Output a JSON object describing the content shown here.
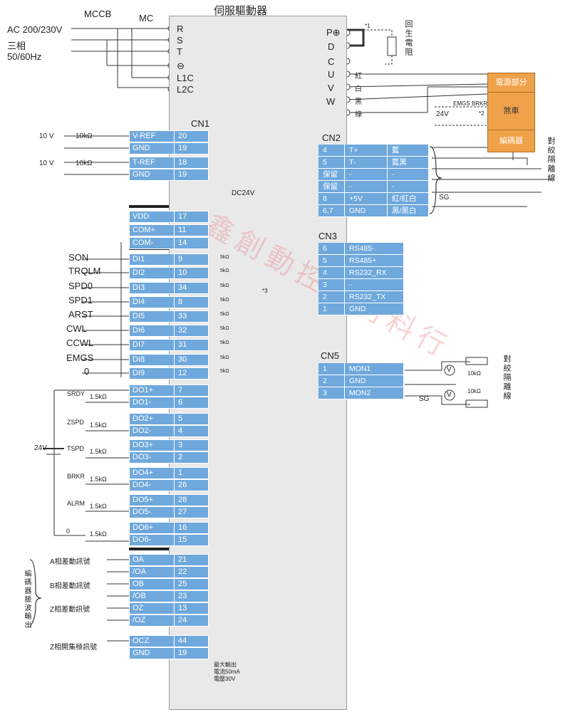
{
  "title": "伺服驅動器",
  "power": {
    "breaker": "MCCB",
    "contactor": "MC",
    "supply": "AC 200/230V",
    "phase": "三相",
    "freq": "50/60Hz",
    "terms": [
      "R",
      "S",
      "T",
      "⊖",
      "L1C",
      "L2C"
    ],
    "right_terms": [
      "P⊕",
      "D",
      "C",
      "U",
      "V",
      "W"
    ],
    "regen": "回生電阻",
    "note1": "*1",
    "cable_labels": [
      "紅",
      "白",
      "黑",
      "綠"
    ],
    "brake_v": "24V",
    "brake_labels": [
      "EMGS",
      "BRKR"
    ],
    "note2": "*2"
  },
  "motor": {
    "power": "電源部分",
    "brake": "煞車",
    "encoder": "編碼器",
    "shield": "對絞隔離線"
  },
  "cn1": {
    "label": "CN1",
    "v10": "10 V",
    "pot": "10kΩ",
    "dc24": "DC24V",
    "note3": "*3",
    "analog": [
      {
        "name": "V-REF",
        "pin": "20"
      },
      {
        "name": "GND",
        "pin": "19"
      },
      {
        "name": "T-REF",
        "pin": "18"
      },
      {
        "name": "GND",
        "pin": "19"
      }
    ],
    "power_pins": [
      {
        "name": "VDD",
        "pin": "17"
      },
      {
        "name": "COM+",
        "pin": "11"
      },
      {
        "name": "COM-",
        "pin": "14"
      }
    ],
    "di": [
      {
        "sig": "SON",
        "name": "DI1",
        "pin": "9"
      },
      {
        "sig": "TRQLM",
        "name": "DI2",
        "pin": "10"
      },
      {
        "sig": "SPD0",
        "name": "DI3",
        "pin": "34"
      },
      {
        "sig": "SPD1",
        "name": "DI4",
        "pin": "8"
      },
      {
        "sig": "ARST",
        "name": "DI5",
        "pin": "33"
      },
      {
        "sig": "CWL",
        "name": "DI6",
        "pin": "32"
      },
      {
        "sig": "CCWL",
        "name": "DI7",
        "pin": "31"
      },
      {
        "sig": "EMGS",
        "name": "DI8",
        "pin": "30"
      },
      {
        "sig": "0",
        "name": "DI9",
        "pin": "12"
      }
    ],
    "res5k": "5kΩ",
    "do": [
      {
        "sig": "SRDY",
        "p": "DO1+",
        "pp": "7",
        "m": "DO1-",
        "mp": "6"
      },
      {
        "sig": "ZSPD",
        "p": "DO2+",
        "pp": "5",
        "m": "DO2-",
        "mp": "4"
      },
      {
        "sig": "TSPD",
        "p": "DO3+",
        "pp": "3",
        "m": "DO3-",
        "mp": "2"
      },
      {
        "sig": "BRKR",
        "p": "DO4+",
        "pp": "1",
        "m": "DO4-",
        "mp": "26"
      },
      {
        "sig": "ALRM",
        "p": "DO5+",
        "pp": "28",
        "m": "DO5-",
        "mp": "27"
      },
      {
        "sig": "0",
        "p": "DO6+",
        "pp": "16",
        "m": "DO6-",
        "mp": "15"
      }
    ],
    "res15k": "1.5kΩ",
    "v24": "24V",
    "enc": [
      {
        "name": "OA",
        "pin": "21"
      },
      {
        "name": "/OA",
        "pin": "22"
      },
      {
        "name": "OB",
        "pin": "25"
      },
      {
        "name": "/OB",
        "pin": "23"
      },
      {
        "name": "OZ",
        "pin": "13"
      },
      {
        "name": "/OZ",
        "pin": "24"
      }
    ],
    "enc_labels": [
      "A相差動訊號",
      "B相差動訊號",
      "Z相差動訊號"
    ],
    "enc_group": "編碼器脈波輸出",
    "ocz": [
      {
        "name": "OCZ",
        "pin": "44"
      },
      {
        "name": "GND",
        "pin": "19"
      }
    ],
    "ocz_label": "Z相開集極訊號",
    "ocz_note": [
      "最大輸出",
      "電流50mA",
      "電壓30V"
    ]
  },
  "cn2": {
    "label": "CN2",
    "rows": [
      [
        "4",
        "T+",
        "藍"
      ],
      [
        "5",
        "T-",
        "藍黑"
      ],
      [
        "保留",
        "-",
        "-"
      ],
      [
        "保留",
        "-",
        "-"
      ],
      [
        "8",
        "+5V",
        "紅/紅白"
      ],
      [
        "6,7",
        "GND",
        "黑/黑白"
      ]
    ],
    "sg": "SG"
  },
  "cn3": {
    "label": "CN3",
    "rows": [
      [
        "6",
        "RS485-"
      ],
      [
        "5",
        "RS485+"
      ],
      [
        "4",
        "RS232_RX"
      ],
      [
        "3",
        "-"
      ],
      [
        "2",
        "RS232_TX"
      ],
      [
        "1",
        "GND"
      ]
    ]
  },
  "cn5": {
    "label": "CN5",
    "rows": [
      [
        "1",
        "MON1"
      ],
      [
        "2",
        "GND"
      ],
      [
        "3",
        "MON2"
      ]
    ],
    "sg": "SG",
    "v": "V",
    "pot": "10kΩ",
    "shield": "對絞隔離線"
  },
  "watermark": "鑫創動控制材料行"
}
